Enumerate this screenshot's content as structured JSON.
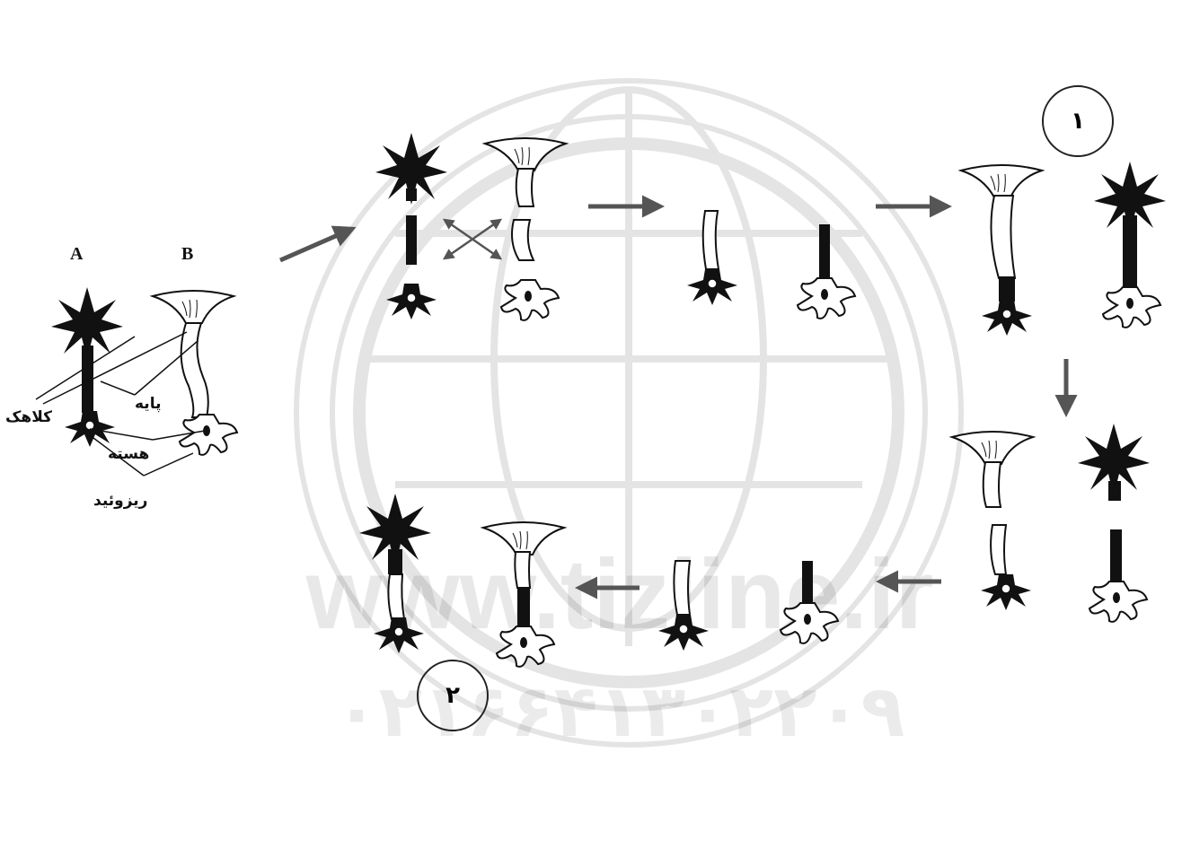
{
  "labels": {
    "A": "A",
    "B": "B",
    "cap": "کلاهک",
    "stalk": "پایه",
    "nucleus": "هسته",
    "rhizoid": "ریزوئید"
  },
  "steps": {
    "step1": "۱",
    "step2": "۲"
  },
  "watermark": {
    "url": "www.tizline.ir",
    "phone": "۰۲۱۶۶۴۱۳۰۲۲۰۹"
  },
  "colors": {
    "dark": "#111111",
    "light": "#ffffff",
    "arrow": "#555555"
  }
}
